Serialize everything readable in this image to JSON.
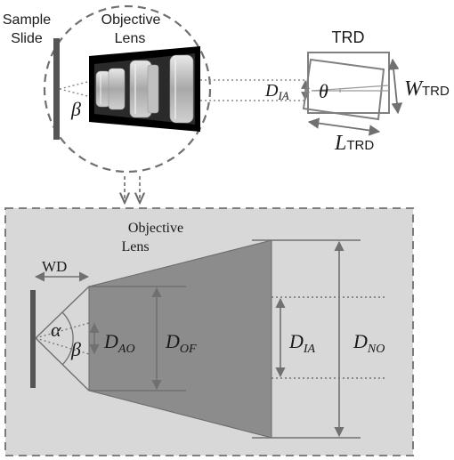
{
  "top": {
    "sample_slide_line1": "Sample",
    "sample_slide_line2": "Slide",
    "objective_lens_line1": "Objective",
    "objective_lens_line2": "Lens",
    "beta": "β",
    "trd_title": "TRD",
    "d_ia_main": "D",
    "d_ia_sub": "IA",
    "theta": "θ",
    "w_main": "W",
    "w_sub": "TRD",
    "l_main": "L",
    "l_sub": "TRD"
  },
  "bottom": {
    "objective_lens_line1": "Objective",
    "objective_lens_line2": "Lens",
    "wd": "WD",
    "alpha": "α",
    "beta": "β",
    "d_ao_main": "D",
    "d_ao_sub": "AO",
    "d_of_main": "D",
    "d_of_sub": "OF",
    "d_ia_main": "D",
    "d_ia_sub": "IA",
    "d_no_main": "D",
    "d_no_sub": "NO"
  },
  "colors": {
    "panel_fill": "#d8d8d8",
    "dash_stroke": "#707070",
    "lens_body": "#000000",
    "lens_glass": "#c8c8c8",
    "trapezoid_fill": "#8c8c8c",
    "slide": "#555555",
    "rect_stroke": "#808080"
  }
}
